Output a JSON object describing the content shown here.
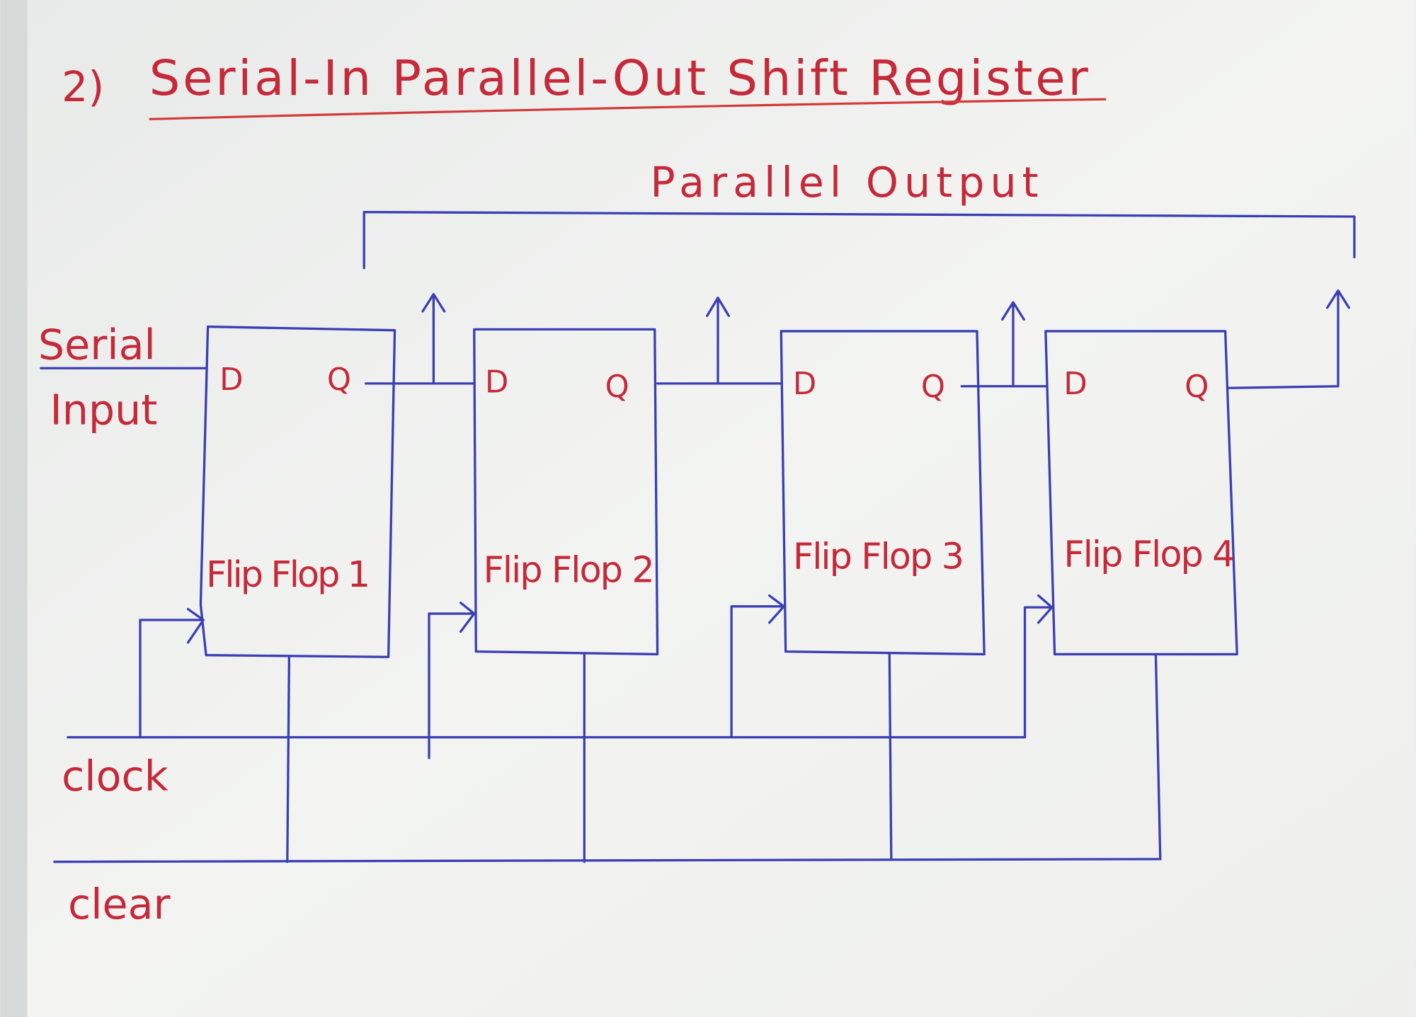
{
  "title": {
    "number": "2)",
    "text": "Serial-In Parallel-Out Shift Register"
  },
  "parallel_output_label": "Parallel Output",
  "serial_input_label": {
    "line1": "Serial",
    "line2": "Input"
  },
  "flip_flops": [
    {
      "label": "Flip Flop 1",
      "d": "D",
      "q": "Q"
    },
    {
      "label": "Flip Flop 2",
      "d": "D",
      "q": "Q"
    },
    {
      "label": "Flip Flop 3",
      "d": "D",
      "q": "Q"
    },
    {
      "label": "Flip Flop 4",
      "d": "D",
      "q": "Q"
    }
  ],
  "clock_label": "clock",
  "clear_label": "clear",
  "colors": {
    "wire": "#3b3fb3",
    "text": "#c42a3a",
    "paper": "#f1f2f0"
  }
}
